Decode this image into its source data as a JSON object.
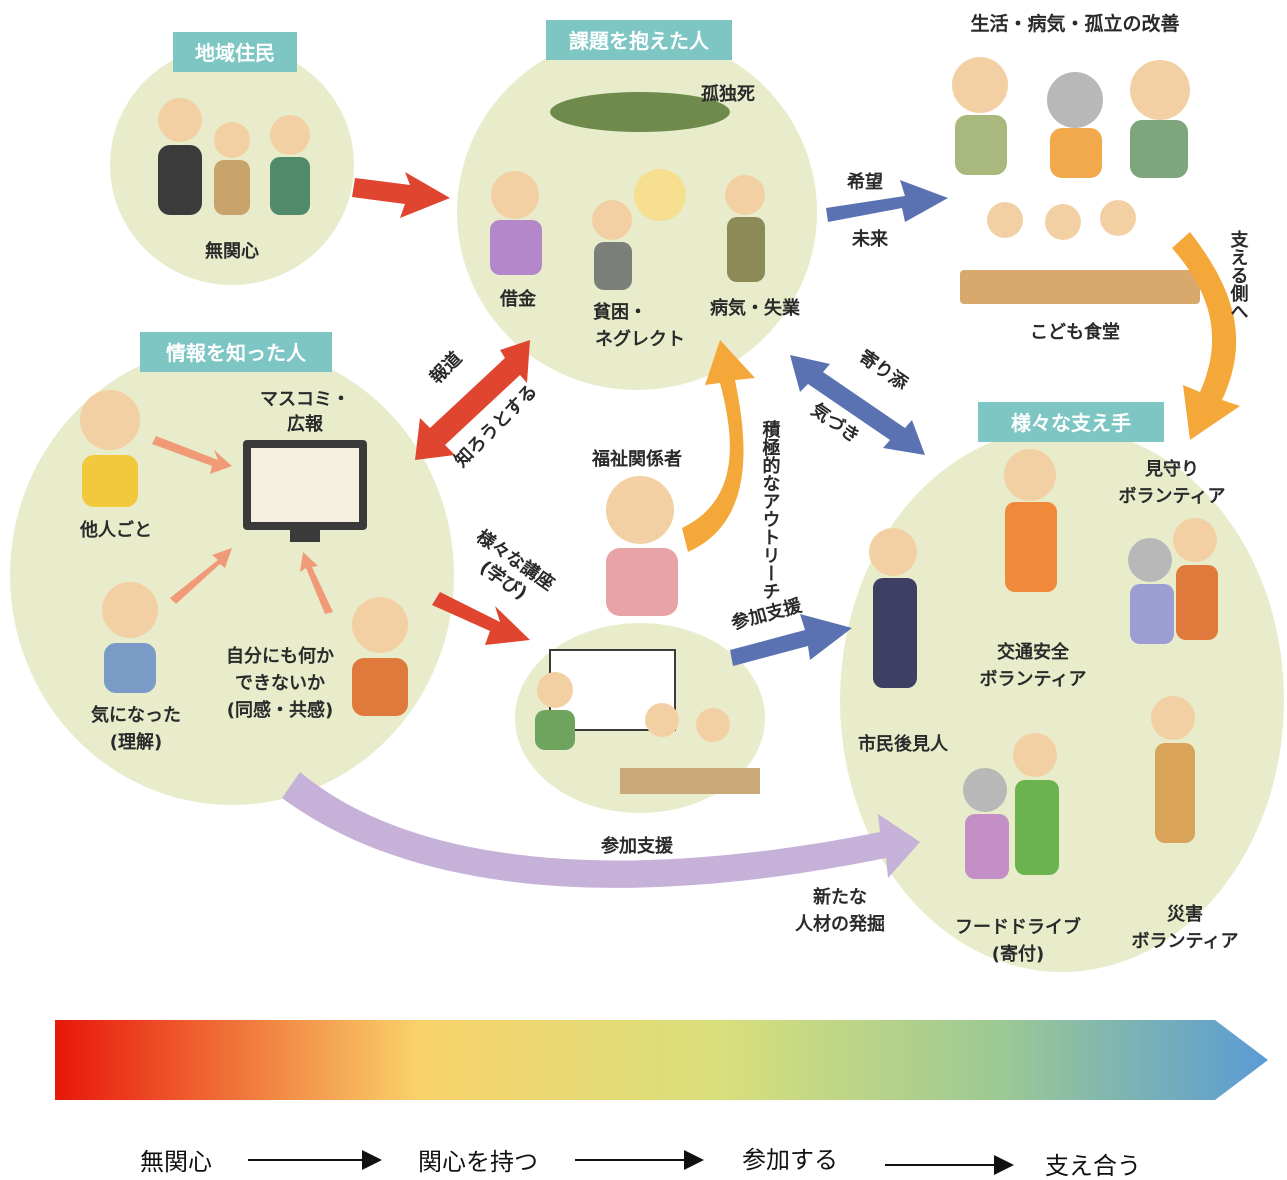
{
  "colors": {
    "bubble": "#e8eccb",
    "header": "#7ec6c4",
    "red_arrow": "#e0452f",
    "orange_arrow": "#f4a83a",
    "blue_arrow": "#5b72b2",
    "purple_arrow": "#c6b1d8"
  },
  "groups": {
    "residents": {
      "title": "地域住民",
      "caption": "無関心"
    },
    "troubled": {
      "title": "課題を抱えた人",
      "kodokushi": "孤独死",
      "debt": "借金",
      "poverty_1": "貧困・",
      "poverty_2": "ネグレクト",
      "illness": "病気・失業"
    },
    "informed": {
      "title": "情報を知った人",
      "media_1": "マスコミ・",
      "media_2": "広報",
      "other": "他人ごと",
      "curious_1": "気になった",
      "curious_2": "(理解)",
      "empathy_1": "自分にも何か",
      "empathy_2": "できないか",
      "empathy_3": "(同感・共感)"
    },
    "welfare": {
      "label": "福祉関係者"
    },
    "improvement": {
      "title": "生活・病気・孤立の改善",
      "cafeteria": "こども食堂"
    },
    "supporters": {
      "title": "様々な支え手",
      "watch_1": "見守り",
      "watch_2": "ボランティア",
      "traffic_1": "交通安全",
      "traffic_2": "ボランティア",
      "guardian": "市民後見人",
      "food_1": "フードドライブ",
      "food_2": "(寄付)",
      "disaster_1": "災害",
      "disaster_2": "ボランティア"
    }
  },
  "arrows": {
    "news": "報道",
    "know": "知ろうとする",
    "hope": "希望",
    "future": "未来",
    "to_support_side": "支える側へ",
    "close_to": "寄り添",
    "notice": "気づき",
    "outreach": "積極的なアウトリーチ",
    "lectures_1": "様々な講座",
    "lectures_2": "(学び)",
    "participation_1": "参加支援",
    "participation_2": "参加支援",
    "new_talent_1": "新たな",
    "new_talent_2": "人材の発掘"
  },
  "scale": {
    "stages": [
      "無関心",
      "関心を持つ",
      "参加する",
      "支え合う"
    ],
    "gradient": [
      "#e8160a",
      "#f9d26a",
      "#d8df7c",
      "#9cc994",
      "#5a9bd5"
    ]
  }
}
